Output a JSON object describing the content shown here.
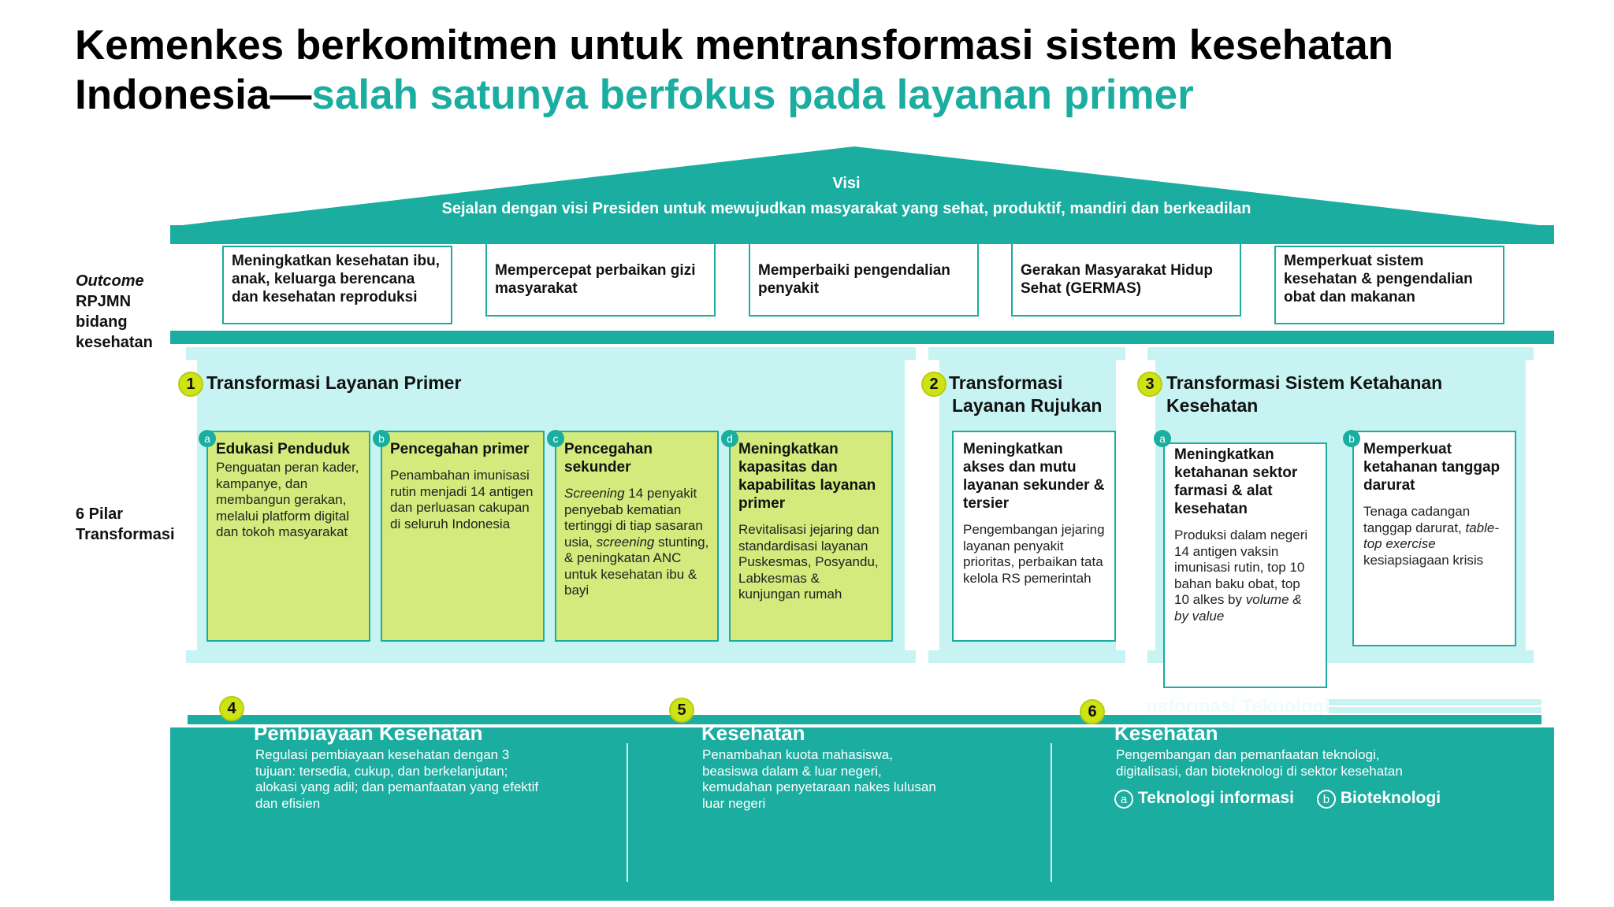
{
  "title": {
    "part1": "Kemenkes berkomitmen untuk mentransformasi sistem kesehatan Indonesia—",
    "part2": "salah satunya berfokus pada layanan primer"
  },
  "colors": {
    "teal": "#1aada0",
    "light_cyan": "#c7f3f3",
    "lime": "#d4ea7c",
    "number_badge": "#cde314"
  },
  "roof": {
    "label": "Visi",
    "text": "Sejalan dengan visi Presiden untuk mewujudkan masyarakat yang sehat,  produktif, mandiri dan berkeadilan"
  },
  "outcome_label": {
    "line1": "Outcome",
    "line2": "RPJMN",
    "line3": "bidang",
    "line4": "kesehatan"
  },
  "outcomes": [
    "Meningkatkan kesehatan ibu, anak, keluarga berencana dan  kesehatan reproduksi",
    "Mempercepat perbaikan gizi masyarakat",
    "Memperbaiki pengendalian penyakit",
    "Gerakan Masyarakat Hidup Sehat (GERMAS)",
    "Memperkuat sistem kesehatan & pengendalian obat dan makanan"
  ],
  "pilar_label": {
    "line1": "6 Pilar",
    "line2": "Transformasi"
  },
  "pillars": [
    {
      "number": "1",
      "title": "Transformasi Layanan  Primer",
      "boxes": [
        {
          "letter": "a",
          "title": "Edukasi Penduduk",
          "desc": "Penguatan peran kader, kampanye, dan membangun  gerakan, melalui platform digital dan tokoh masyarakat"
        },
        {
          "letter": "b",
          "title": "Pencegahan primer",
          "desc": "Penambahan imunisasi rutin menjadi 14 antigen dan perluasan cakupan di seluruh Indonesia"
        },
        {
          "letter": "c",
          "title": "Pencegahan sekunder",
          "desc_italic1": "Screening",
          "desc_part1": " 14 penyakit penyebab kematian tertinggi di tiap sasaran usia, ",
          "desc_italic2": "screening",
          "desc_part2": " stunting, & peningkatan ANC untuk kesehatan ibu & bayi"
        },
        {
          "letter": "d",
          "title": "Meningkatkan kapasitas dan kapabilitas layanan primer",
          "desc": "Revitalisasi jejaring dan standardisasi layanan Puskesmas, Posyandu, Labkesmas & kunjungan rumah"
        }
      ]
    },
    {
      "number": "2",
      "title_line1": "Transformasi",
      "title_line2": "Layanan Rujukan",
      "boxes": [
        {
          "title": "Meningkatkan akses dan mutu layanan  sekunder & tersier",
          "desc": "Pengembangan jejaring layanan penyakit prioritas, perbaikan tata kelola RS pemerintah"
        }
      ]
    },
    {
      "number": "3",
      "title_line1": "Transformasi Sistem Ketahanan",
      "title_line2": "Kesehatan",
      "boxes": [
        {
          "letter": "a",
          "title": "Meningkatkan ketahanan sektor farmasi & alat kesehatan",
          "desc_part1": "Produksi dalam negeri 14 antigen vaksin imunisasi rutin, top 10 bahan baku obat, top 10 alkes by ",
          "desc_italic": "volume & by value"
        },
        {
          "letter": "b",
          "title": "Memperkuat ketahanan tanggap darurat",
          "desc_part1": "Tenaga cadangan tanggap darurat, ",
          "desc_italic": "table-top exercise",
          "desc_part2": " kesiapsiagaan krisis"
        }
      ]
    }
  ],
  "foundation": [
    {
      "number": "4",
      "title": "Pembiayaan Kesehatan",
      "desc": "Regulasi pembiayaan kesehatan dengan 3 tujuan: tersedia, cukup, dan berkelanjutan; alokasi yang adil; dan pemanfaatan yang efektif dan efisien"
    },
    {
      "number": "5",
      "title": "Kesehatan",
      "desc": "Penambahan kuota mahasiswa, beasiswa dalam & luar negeri, kemudahan penyetaraan nakes lulusan luar negeri"
    },
    {
      "number": "6",
      "title": "Kesehatan",
      "desc": "Pengembangan dan pemanfaatan teknologi, digitalisasi, dan bioteknologi di sektor kesehatan",
      "tags": [
        {
          "letter": "a",
          "label": "Teknologi informasi"
        },
        {
          "letter": "b",
          "label": "Bioteknologi"
        }
      ]
    }
  ],
  "ghost_text": "nsformasi Teknologi"
}
